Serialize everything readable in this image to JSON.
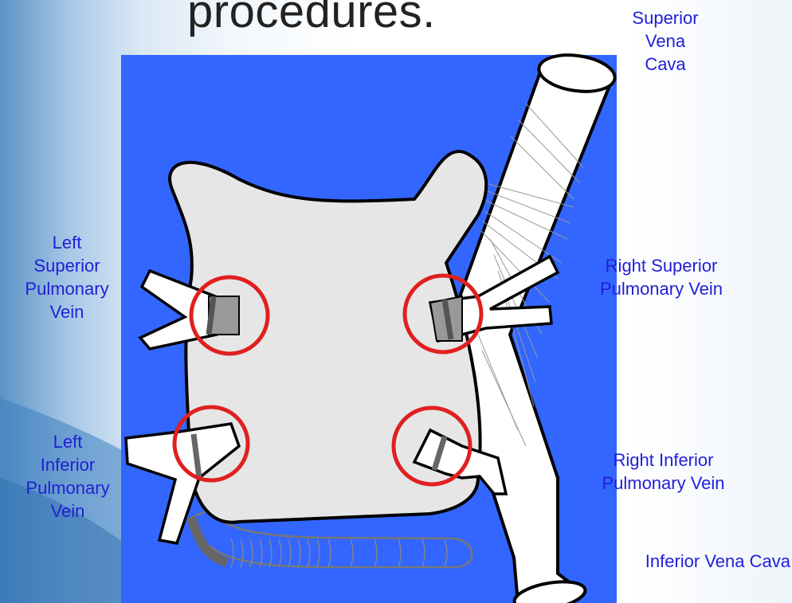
{
  "slide": {
    "title_fragment": "procedures."
  },
  "labels": {
    "superior_vena_cava": "Superior\nVena\nCava",
    "left_superior_pulmonary_vein": "Left\nSuperior\nPulmonary\nVein",
    "left_inferior_pulmonary_vein": "Left\nInferior\nPulmonary\nVein",
    "right_superior_pulmonary_vein": "Right Superior\nPulmonary Vein",
    "right_inferior_pulmonary_vein": "Right Inferior\nPulmonary Vein",
    "inferior_vena_cava": "Inferior Vena Cava"
  },
  "colors": {
    "panel_background": "#3366ff",
    "label_text": "#1f1fd6",
    "ablation_ring": "#e0201f",
    "atrium_fill": "#e6e6e6",
    "vessel_fill": "#ffffff"
  },
  "markers": [
    "left-superior-ablation-ring",
    "left-inferior-ablation-ring",
    "right-superior-ablation-ring",
    "right-inferior-ablation-ring"
  ]
}
